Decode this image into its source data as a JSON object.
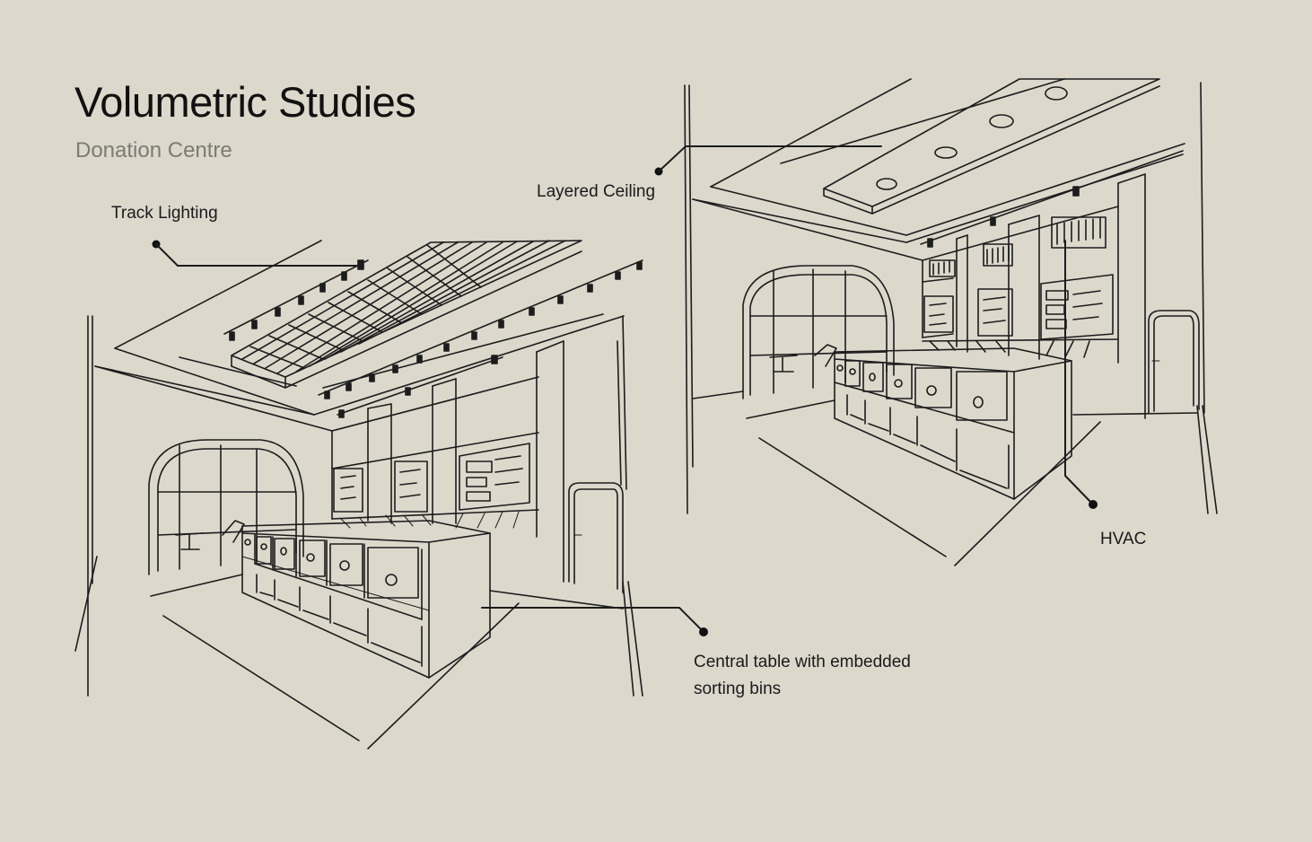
{
  "title": "Volumetric Studies",
  "subtitle": "Donation Centre",
  "callouts": {
    "track_lighting": "Track Lighting",
    "layered_ceiling": "Layered Ceiling",
    "hvac": "HVAC",
    "central_table_line1": "Central table with embedded",
    "central_table_line2": "sorting bins"
  },
  "colors": {
    "background": "#dcd8cc",
    "ink": "#1c1c1c",
    "subtitle": "#7c7b74"
  }
}
